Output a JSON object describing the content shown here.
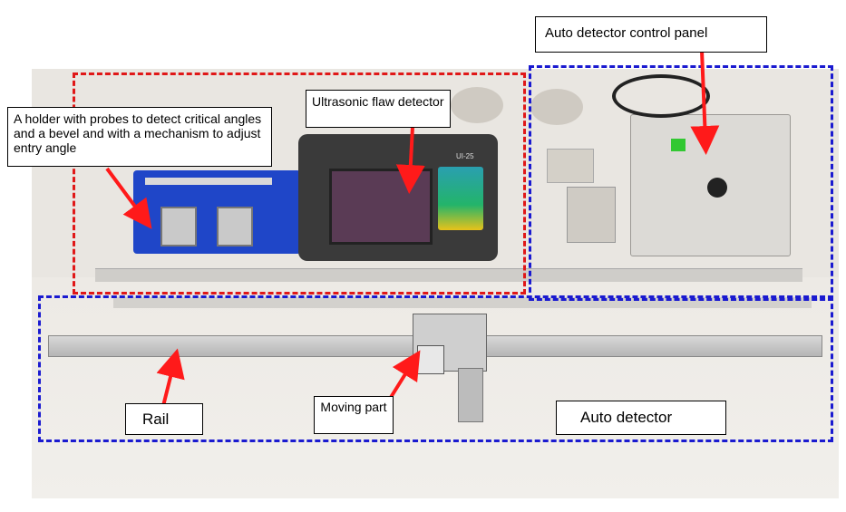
{
  "labels": {
    "holder": "A holder with probes to detect critical angles and a bevel and with a mechanism to adjust entry angle",
    "flaw_detector": "Ultrasonic flaw detector",
    "control_panel": "Auto detector control panel",
    "rail": "Rail",
    "moving_part": "Moving part",
    "auto_detector": "Auto detector"
  },
  "device_text": {
    "model": "UI-25"
  },
  "colors": {
    "red_frame": "#e01818",
    "blue_frame": "#1a1ad0",
    "arrow": "#ff1a1a",
    "probe_holder": "#1f46c8"
  }
}
